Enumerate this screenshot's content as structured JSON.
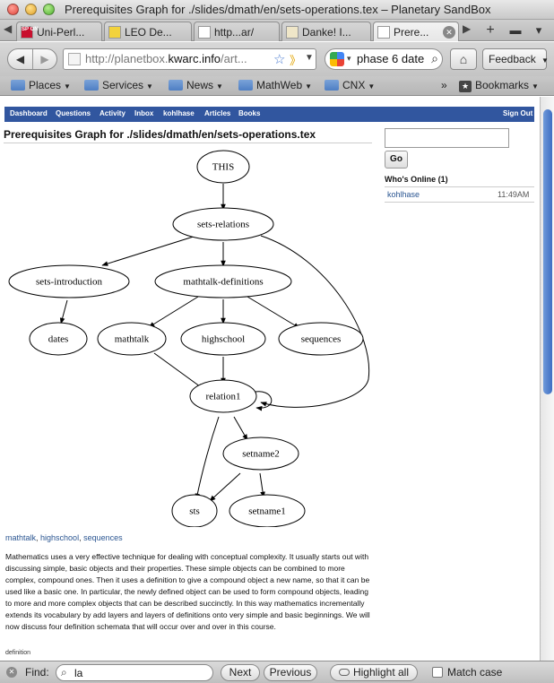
{
  "window": {
    "title": "Prerequisites Graph for ./slides/dmath/en/sets-operations.tex – Planetary SandBox"
  },
  "tabs": [
    {
      "label": "Uni-Perl...",
      "icon": "spon-icon",
      "favicon_text": "SP ON"
    },
    {
      "label": "LEO De...",
      "icon": "leo-icon"
    },
    {
      "label": "http...ar/",
      "icon": "page-icon"
    },
    {
      "label": "Danke! I...",
      "icon": "page-icon"
    },
    {
      "label": "Prere...",
      "icon": "page-icon",
      "active": true
    }
  ],
  "toolbar": {
    "url_prefix": "http://planetbox.",
    "url_host": "kwarc.info",
    "url_rest": "/art...",
    "search_text": "phase 6 date",
    "feedback_label": "Feedback"
  },
  "bookmarks": [
    "Places",
    "Services",
    "News",
    "MathWeb",
    "CNX"
  ],
  "bookmarks_menu": "Bookmarks",
  "site_nav": {
    "links": [
      "Dashboard",
      "Questions",
      "Activity",
      "Inbox",
      "kohlhase",
      "Articles",
      "Books"
    ],
    "signout": "Sign Out"
  },
  "page": {
    "title": "Prerequisites Graph for ./slides/dmath/en/sets-operations.tex",
    "graph_nodes": {
      "this": "THIS",
      "sets_relations": "sets-relations",
      "sets_introduction": "sets-introduction",
      "mathtalk_definitions": "mathtalk-definitions",
      "dates": "dates",
      "mathtalk": "mathtalk",
      "highschool": "highschool",
      "sequences": "sequences",
      "relation1": "relation1",
      "setname2": "setname2",
      "sts": "sts",
      "setname1": "setname1"
    },
    "related_links": [
      "mathtalk",
      "highschool",
      "sequences"
    ],
    "description": "Mathematics uses a very effective technique for dealing with conceptual complexity. It usually starts out with discussing simple, basic objects and their properties. These simple objects can be combined to more complex, compound ones. Then it uses a definition to give a compound object a new name, so that it can be used like a basic one. In particular, the newly defined object can be used to form compound objects, leading to more and more complex objects that can be described succinctly. In this way mathematics incrementally extends its vocabulary by add layers and layers of definitions onto very simple and basic beginnings. We will now discuss four definition schemata that will occur over and over in this course.",
    "tag_label": "definition"
  },
  "sidebar": {
    "go_label": "Go",
    "online_title": "Who's Online (1)",
    "online_user": "kohlhase",
    "online_time": "11:49AM"
  },
  "findbar": {
    "label": "Find:",
    "query": "la",
    "next": "Next",
    "previous": "Previous",
    "highlight": "Highlight all",
    "match_case": "Match case"
  },
  "colors": {
    "site_nav_bg": "#31569f",
    "link": "#2a5591",
    "scroll_thumb": "#3e6ec3"
  }
}
